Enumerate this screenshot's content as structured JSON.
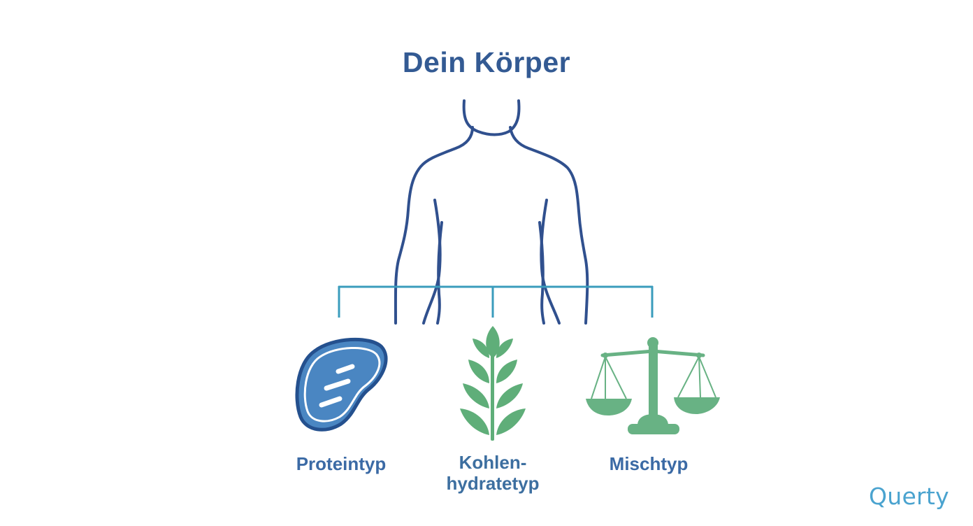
{
  "title": "Dein Körper",
  "branches": [
    {
      "label": "Proteintyp",
      "icon": "protein-bean-icon"
    },
    {
      "label_line1": "Kohlen-",
      "label_line2": "hydratetyp",
      "icon": "plant-sprout-icon"
    },
    {
      "label": "Mischtyp",
      "icon": "balance-scale-icon"
    }
  ],
  "brand": "Querty",
  "colors": {
    "title": "#335a93",
    "body_outline": "#30508e",
    "connector": "#3a9cbc",
    "protein": "#4a86c2",
    "plant": "#5fae79",
    "scale": "#68b284",
    "brand": "#4aa3cf"
  }
}
